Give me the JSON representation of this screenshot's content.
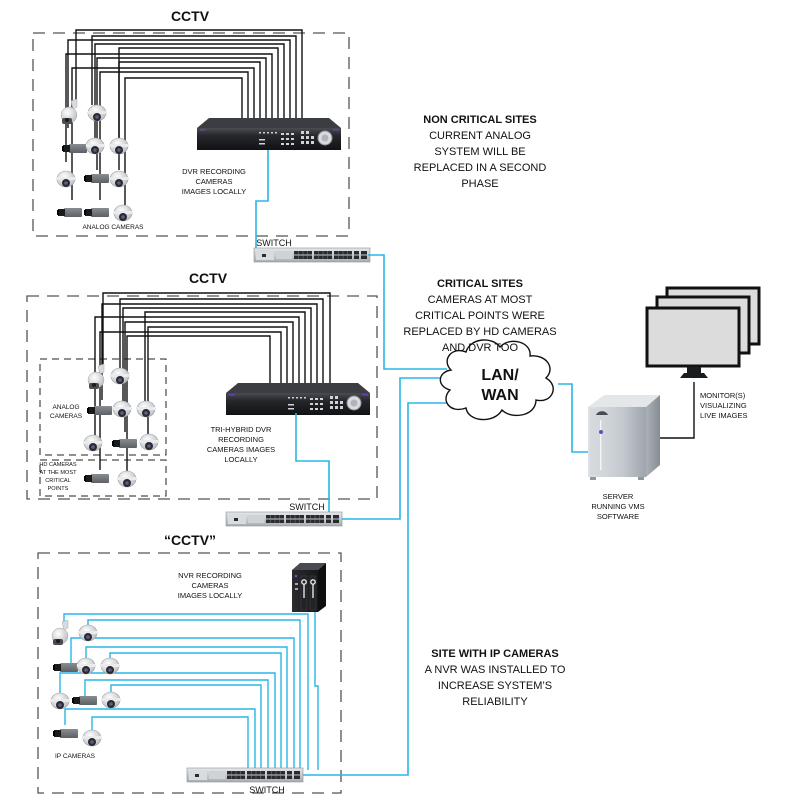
{
  "colors": {
    "network_link": "#29b6e8",
    "analog_cable": "#111111",
    "dashed_border": "#555555",
    "device_dark": "#1e1f22",
    "monitor_screen": "#dcdcdc",
    "server_body": "#c9ced3"
  },
  "sites": [
    {
      "id": "non_critical",
      "title": "CCTV",
      "recorder_caption": "DVR RECORDING\nCAMERAS\nIMAGES LOCALLY",
      "camera_group_label": "ANALOG CAMERAS",
      "switch_label": "SWITCH",
      "note_heading": "NON CRITICAL SITES",
      "note_body": "CURRENT ANALOG\nSYSTEM WILL BE\nREPLACED IN A SECOND\nPHASE",
      "cameras": [
        "ptz",
        "dome",
        "box",
        "dome",
        "dome",
        "dome",
        "box",
        "dome",
        "box",
        "box",
        "dome"
      ]
    },
    {
      "id": "critical",
      "title": "CCTV",
      "recorder_caption": "TRI-HYBRID DVR\nRECORDING\nCAMERAS IMAGES\nLOCALLY",
      "camera_group_label": "ANALOG\nCAMERAS",
      "hd_group_label": "HD CAMERAS\nAT THE MOST\nCRITICAL\nPOINTS",
      "switch_label": "SWITCH",
      "note_heading": "CRITICAL SITES",
      "note_body": "CAMERAS AT MOST\nCRITICAL POINTS WERE\nREPLACED BY HD CAMERAS\nAND DVR TOO",
      "cameras": [
        "ptz",
        "dome",
        "box",
        "dome",
        "dome",
        "dome",
        "box",
        "dome"
      ],
      "hd_cameras": [
        "box",
        "dome"
      ]
    },
    {
      "id": "ip_site",
      "title": "“CCTV”",
      "recorder_caption": "NVR RECORDING\nCAMERAS\nIMAGES LOCALLY",
      "camera_group_label": "IP CAMERAS",
      "switch_label": "SWITCH",
      "note_heading": "SITE WITH IP CAMERAS",
      "note_body": "A NVR WAS INSTALLED TO\nINCREASE SYSTEM’S\nRELIABILITY",
      "cameras": [
        "ptz",
        "dome",
        "box",
        "dome",
        "dome",
        "dome",
        "box",
        "dome",
        "box",
        "dome"
      ]
    }
  ],
  "network": {
    "label": "LAN/\nWAN"
  },
  "server": {
    "caption": "SERVER\nRUNNING VMS\nSOFTWARE"
  },
  "monitors": {
    "caption": "MONITOR(S)\nVISUALIZING\nLIVE IMAGES",
    "count": 3
  }
}
